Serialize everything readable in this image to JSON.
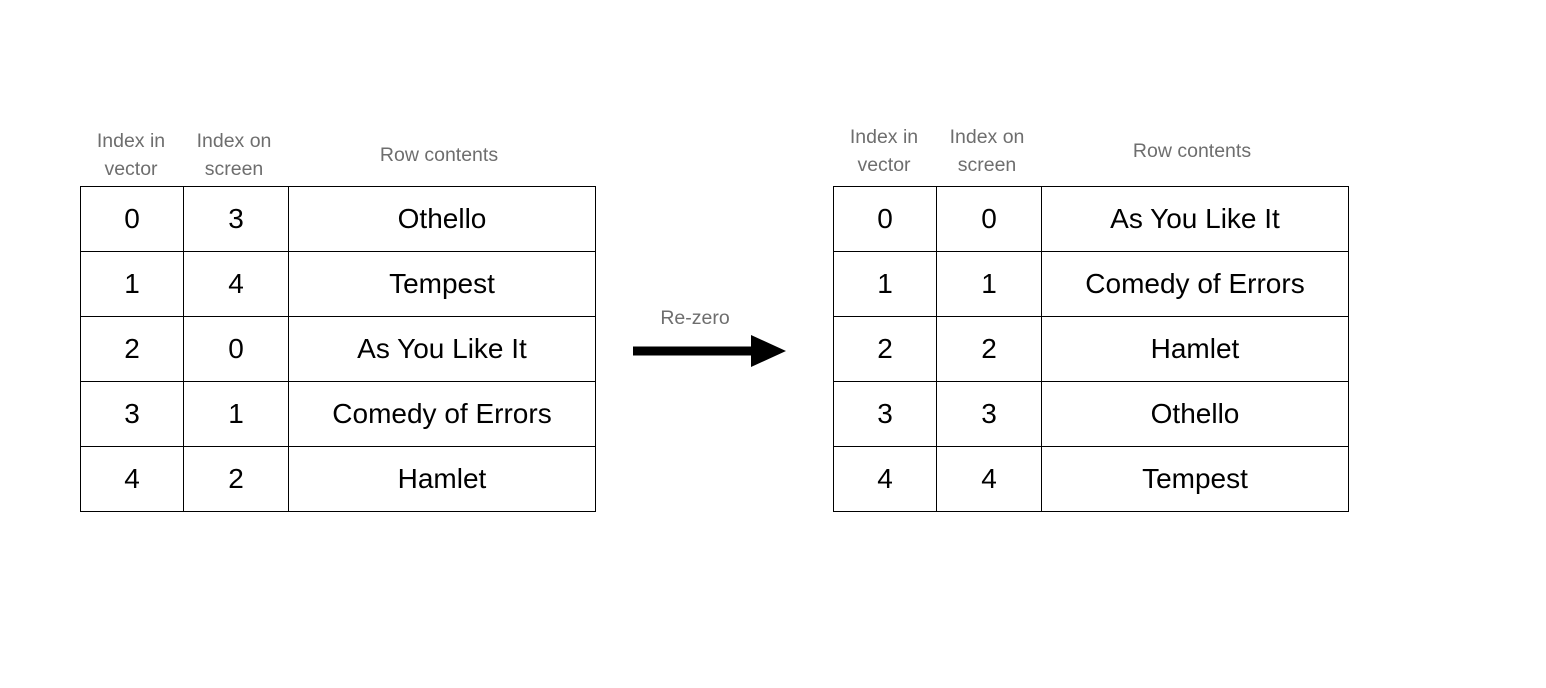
{
  "before_table": {
    "columns": [
      "Index in vector",
      "Index on screen",
      "Row contents"
    ],
    "rows": [
      [
        "0",
        "3",
        "Othello"
      ],
      [
        "1",
        "4",
        "Tempest"
      ],
      [
        "2",
        "0",
        "As You Like It"
      ],
      [
        "3",
        "1",
        "Comedy of Errors"
      ],
      [
        "4",
        "2",
        "Hamlet"
      ]
    ]
  },
  "after_table": {
    "columns": [
      "Index in vector",
      "Index on screen",
      "Row contents"
    ],
    "rows": [
      [
        "0",
        "0",
        "As You Like It"
      ],
      [
        "1",
        "1",
        "Comedy of Errors"
      ],
      [
        "2",
        "2",
        "Hamlet"
      ],
      [
        "3",
        "3",
        "Othello"
      ],
      [
        "4",
        "4",
        "Tempest"
      ]
    ]
  },
  "arrow": {
    "label": "Re-zero"
  },
  "colors": {
    "background": "#ffffff",
    "header_text": "#6e6e6e",
    "body_text": "#000000",
    "border": "#000000",
    "arrow": "#000000"
  }
}
